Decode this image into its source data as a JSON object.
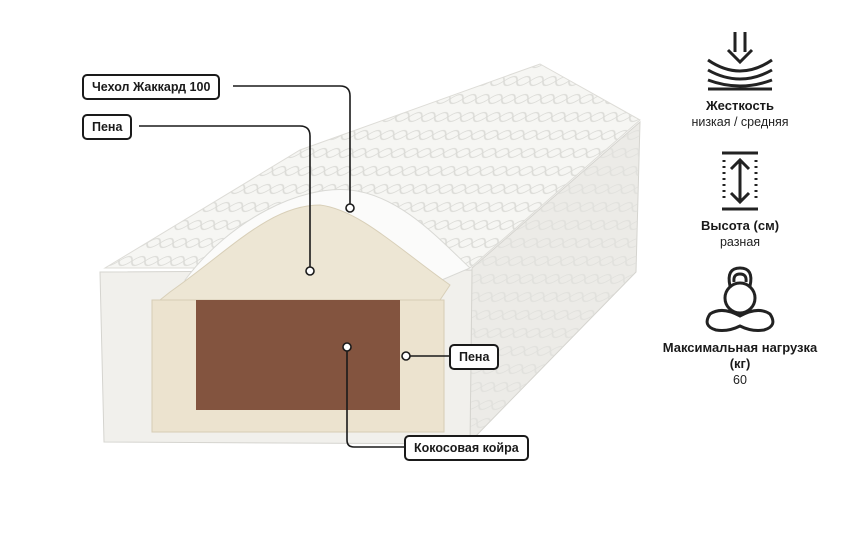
{
  "callouts": {
    "cover": "Чехол Жаккард 100",
    "foam_top": "Пена",
    "foam_side": "Пена",
    "coir": "Кокосовая койра"
  },
  "specs": [
    {
      "icon": "firmness-icon",
      "title": "Жесткость",
      "value": "низкая / средняя"
    },
    {
      "icon": "height-icon",
      "title": "Высота (см)",
      "value": "разная"
    },
    {
      "icon": "kettlebell-icon",
      "title": "Максимальная нагрузка (кг)",
      "value": "60"
    }
  ],
  "colors": {
    "coir": "#8a5a44",
    "foam": "#ece3cf",
    "cover": "#f4f4f2",
    "line": "#1a1a1a"
  }
}
